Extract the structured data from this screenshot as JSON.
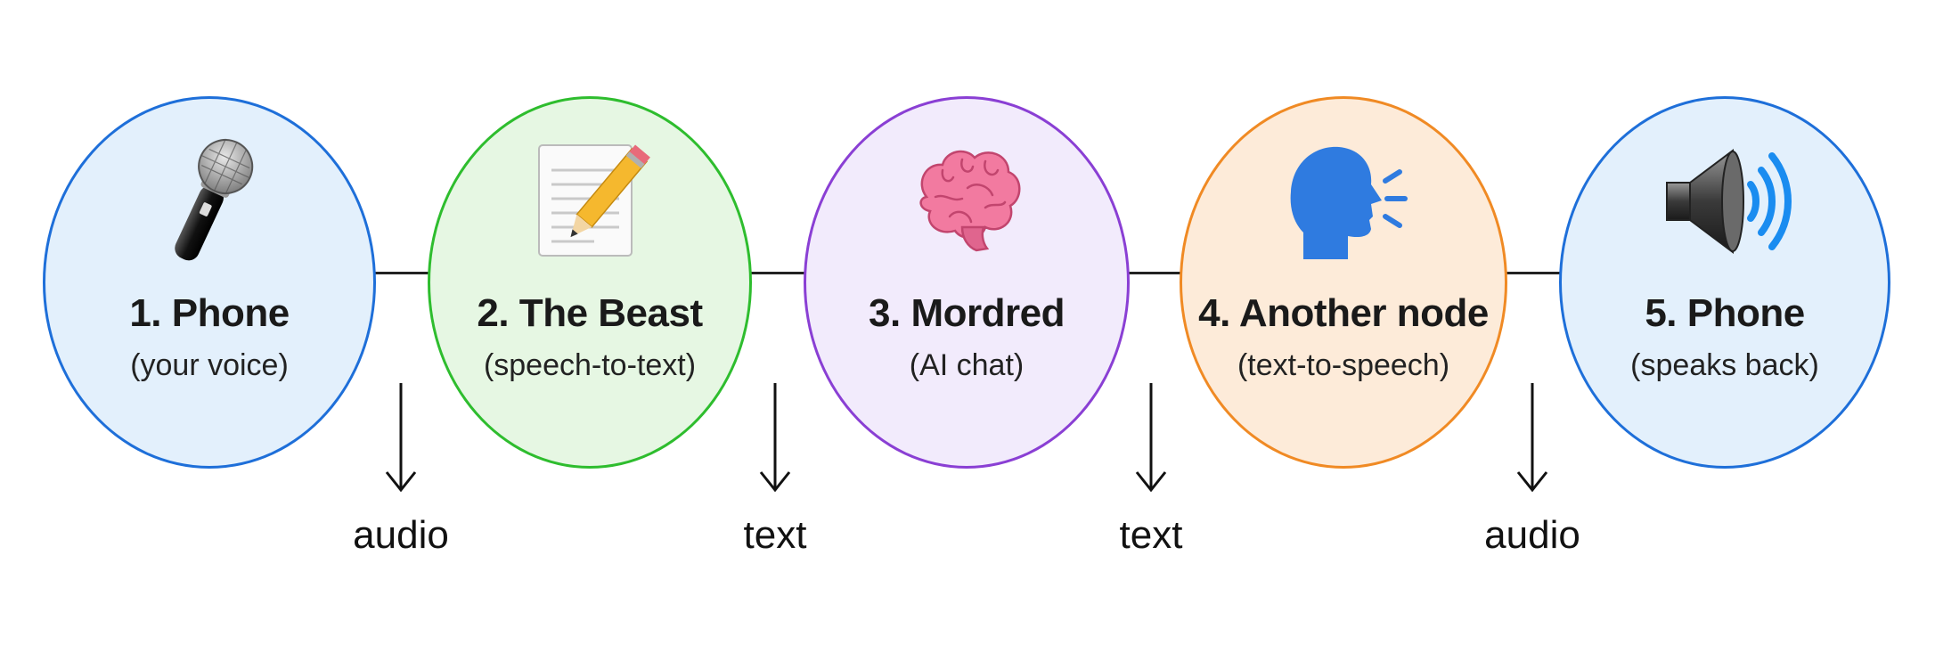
{
  "nodes": [
    {
      "title": "1. Phone",
      "subtitle": "(your voice)",
      "icon": "microphone-icon",
      "fill": "#e3f0fc",
      "border": "#1e6fd9"
    },
    {
      "title": "2. The Beast",
      "subtitle": "(speech-to-text)",
      "icon": "notepad-pencil-icon",
      "fill": "#e6f7e3",
      "border": "#2ebd2e"
    },
    {
      "title": "3. Mordred",
      "subtitle": "(AI chat)",
      "icon": "brain-icon",
      "fill": "#f2ebfc",
      "border": "#8a3fd4"
    },
    {
      "title": "4. Another node",
      "subtitle": "(text-to-speech)",
      "icon": "speaking-head-icon",
      "fill": "#fdebd9",
      "border": "#f08a24"
    },
    {
      "title": "5. Phone",
      "subtitle": "(speaks back)",
      "icon": "speaker-icon",
      "fill": "#e3f0fc",
      "border": "#1e6fd9"
    }
  ],
  "flows": [
    {
      "label": "audio"
    },
    {
      "label": "text"
    },
    {
      "label": "text"
    },
    {
      "label": "audio"
    }
  ]
}
